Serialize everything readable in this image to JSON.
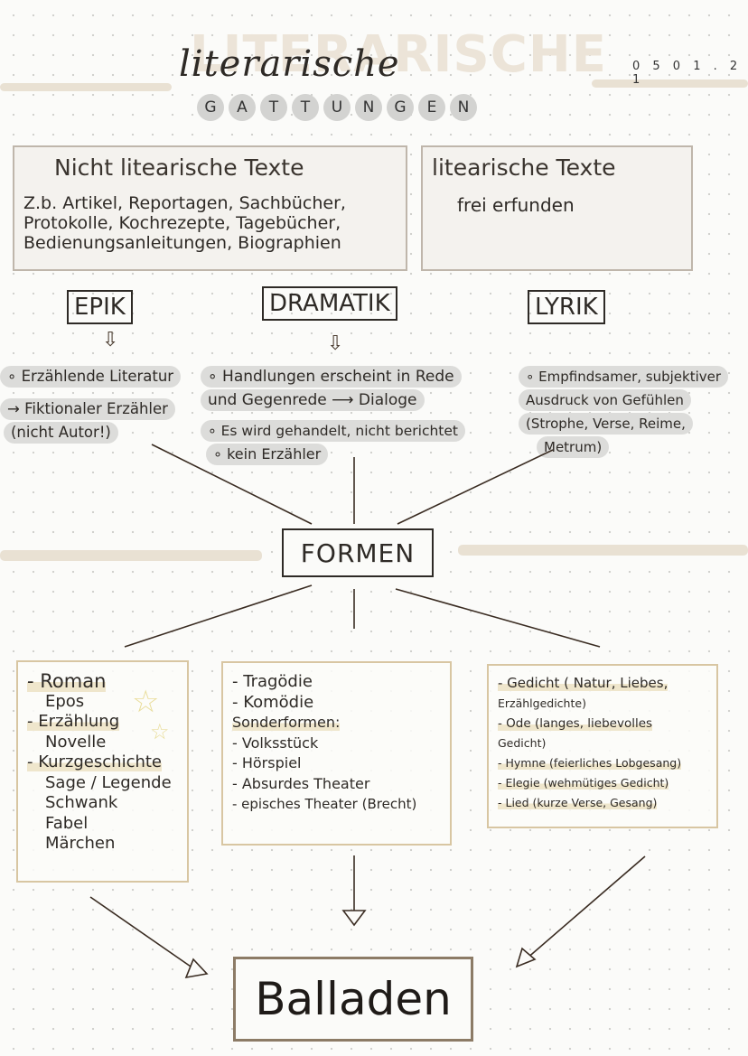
{
  "title": {
    "main": "LITERARISCHE",
    "script": "literarische",
    "date": "0 5 0 1 . 2 1",
    "subtitle_letters": [
      "G",
      "A",
      "T",
      "T",
      "U",
      "N",
      "G",
      "E",
      "N"
    ]
  },
  "top_boxes": {
    "non_literary": {
      "heading": "Nicht litearische Texte",
      "lines": [
        "Z.b. Artikel, Reportagen, Sachbücher,",
        "Protokolle, Kochrezepte, Tagebücher,",
        "Bedienungsanleitungen, Biographien"
      ]
    },
    "literary": {
      "heading": "litearische Texte",
      "text": "frei erfunden"
    }
  },
  "genres": {
    "epik": {
      "label": "EPIK",
      "notes": [
        "∘ Erzählende Literatur",
        "→ Fiktionaler Erzähler",
        "(nicht Autor!)"
      ]
    },
    "dramatik": {
      "label": "DRAMATIK",
      "notes": [
        "∘ Handlungen erscheint in Rede",
        "und Gegenrede ⟶ Dialoge",
        "∘ Es wird gehandelt, nicht berichtet",
        "∘ kein Erzähler"
      ]
    },
    "lyrik": {
      "label": "LYRIK",
      "notes": [
        "∘ Empfindsamer, subjektiver",
        "Ausdruck von Gefühlen",
        "(Strophe, Verse, Reime,",
        "Metrum)"
      ]
    }
  },
  "formen_label": "FORMEN",
  "forms": {
    "epik": [
      "- Roman",
      "Epos",
      "- Erzählung",
      "Novelle",
      "- Kurzgeschichte",
      "Sage / Legende",
      "Schwank",
      "Fabel",
      "Märchen"
    ],
    "dramatik": [
      "- Tragödie",
      "- Komödie",
      "Sonderformen:",
      "- Volksstück",
      "- Hörspiel",
      "- Absurdes Theater",
      "- episches Theater (Brecht)"
    ],
    "lyrik": [
      "- Gedicht ( Natur, Liebes,",
      "Erzählgedichte)",
      "- Ode (langes, liebevolles",
      "Gedicht)",
      "- Hymne (feierliches Lobgesang)",
      "- Elegie (wehmütiges Gedicht)",
      "- Lied (kurze Verse, Gesang)"
    ]
  },
  "balladen_label": "Balladen",
  "colors": {
    "accent_beige": "#e9e1d3",
    "box_border": "#bfb6ab",
    "form_border": "#d8c6a2",
    "highlight_gray": "#dcdcda",
    "ink": "#2e2a26"
  }
}
